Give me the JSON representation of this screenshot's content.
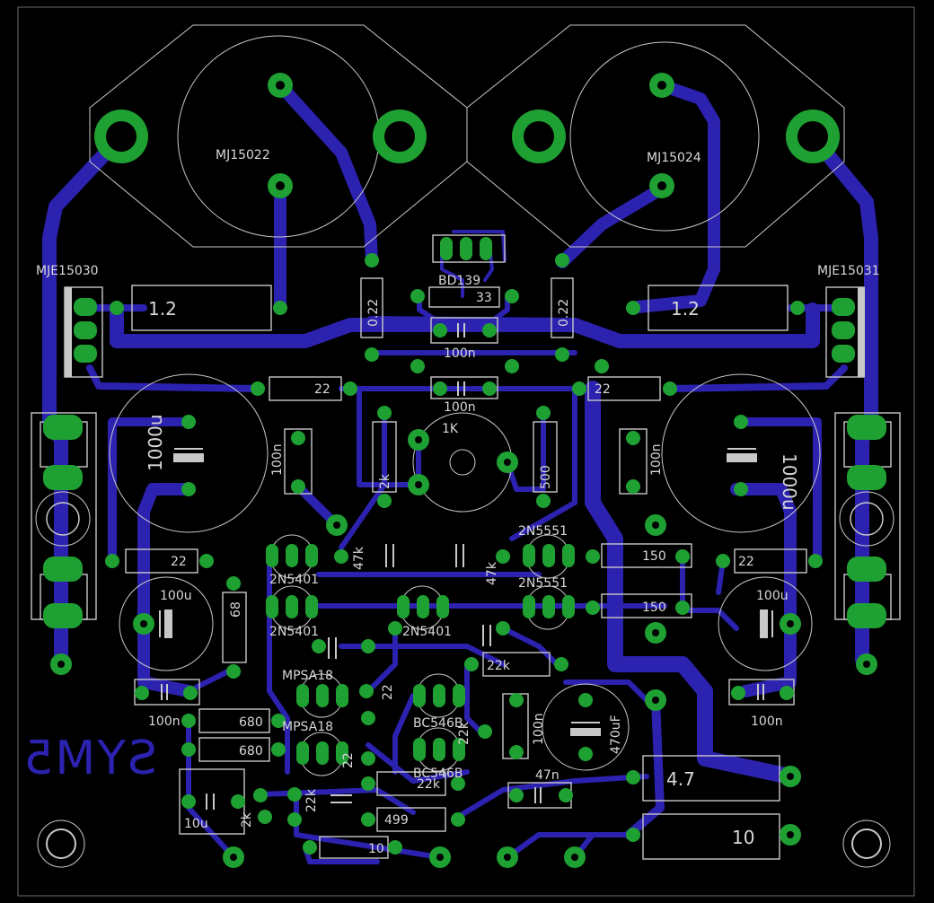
{
  "board": {
    "signature": "SYM5",
    "colors": {
      "background": "#000000",
      "trace": "#2c22b0",
      "pad": "#1fa032",
      "silkscreen": "#c8c8c8"
    }
  },
  "components": [
    {
      "ref": "q-mj15022",
      "label": "MJ15022"
    },
    {
      "ref": "q-mj15024",
      "label": "MJ15024"
    },
    {
      "ref": "q-mje15030",
      "label": "MJE15030"
    },
    {
      "ref": "q-mje15031",
      "label": "MJE15031"
    },
    {
      "ref": "q-bd139",
      "label": "BD139"
    },
    {
      "ref": "r-emitter-left",
      "label": "0.22"
    },
    {
      "ref": "r-emitter-right",
      "label": "0.22"
    },
    {
      "ref": "r-1r2-left",
      "label": "1.2"
    },
    {
      "ref": "r-1r2-right",
      "label": "1.2"
    },
    {
      "ref": "r-33",
      "label": "33"
    },
    {
      "ref": "c-100n-top",
      "label": "100n"
    },
    {
      "ref": "c-100n-mid",
      "label": "100n"
    },
    {
      "ref": "r-22-left-top",
      "label": "22"
    },
    {
      "ref": "r-22-right-top",
      "label": "22"
    },
    {
      "ref": "c-1000u-left",
      "label": "1000u"
    },
    {
      "ref": "c-1000u-right",
      "label": "1000u"
    },
    {
      "ref": "c-100n-left-vert",
      "label": "100n"
    },
    {
      "ref": "c-100n-right-vert",
      "label": "100n"
    },
    {
      "ref": "pot-1k",
      "label": "1K"
    },
    {
      "ref": "r-2k",
      "label": "2k"
    },
    {
      "ref": "r-500",
      "label": "500"
    },
    {
      "ref": "q-2n5551-top",
      "label": "2N5551"
    },
    {
      "ref": "q-2n5551-bottom",
      "label": "2N5551"
    },
    {
      "ref": "q-2n5401-top",
      "label": "2N5401"
    },
    {
      "ref": "q-2n5401-mid",
      "label": "2N5401"
    },
    {
      "ref": "q-2n5401-center",
      "label": "2N5401"
    },
    {
      "ref": "r-47k-left",
      "label": "47k"
    },
    {
      "ref": "r-47k-right",
      "label": "47k"
    },
    {
      "ref": "r-150-top",
      "label": "150"
    },
    {
      "ref": "r-150-bottom",
      "label": "150"
    },
    {
      "ref": "r-22-left-mid",
      "label": "22"
    },
    {
      "ref": "r-22-right-mid",
      "label": "22"
    },
    {
      "ref": "c-100u-left",
      "label": "100u"
    },
    {
      "ref": "c-100u-right",
      "label": "100u"
    },
    {
      "ref": "r-68",
      "label": "68"
    },
    {
      "ref": "q-mpsa18-top",
      "label": "MPSA18"
    },
    {
      "ref": "q-mpsa18-bottom",
      "label": "MPSA18"
    },
    {
      "ref": "r-22-vert-a",
      "label": "22"
    },
    {
      "ref": "r-22-vert-b",
      "label": "22"
    },
    {
      "ref": "c-100n-left-low",
      "label": "100n"
    },
    {
      "ref": "c-100n-right-low",
      "label": "100n"
    },
    {
      "ref": "r-680-top",
      "label": "680"
    },
    {
      "ref": "r-680-bottom",
      "label": "680"
    },
    {
      "ref": "q-bc546b-top",
      "label": "BC546B"
    },
    {
      "ref": "q-bc546b-bottom",
      "label": "BC546B"
    },
    {
      "ref": "r-22k-right",
      "label": "22k"
    },
    {
      "ref": "r-22k-low",
      "label": "22k"
    },
    {
      "ref": "r-22k-vert",
      "label": "22k"
    },
    {
      "ref": "r-22k-small",
      "label": "22k"
    },
    {
      "ref": "c-100n-center-vert",
      "label": "100n"
    },
    {
      "ref": "c-470uf",
      "label": "470uF"
    },
    {
      "ref": "c-47n",
      "label": "47n"
    },
    {
      "ref": "r-4r7",
      "label": "4.7"
    },
    {
      "ref": "r-10-big",
      "label": "10"
    },
    {
      "ref": "r-499",
      "label": "499"
    },
    {
      "ref": "r-10-small",
      "label": "10"
    },
    {
      "ref": "c-10u",
      "label": "10u"
    },
    {
      "ref": "r-2k-small",
      "label": "2k"
    }
  ]
}
